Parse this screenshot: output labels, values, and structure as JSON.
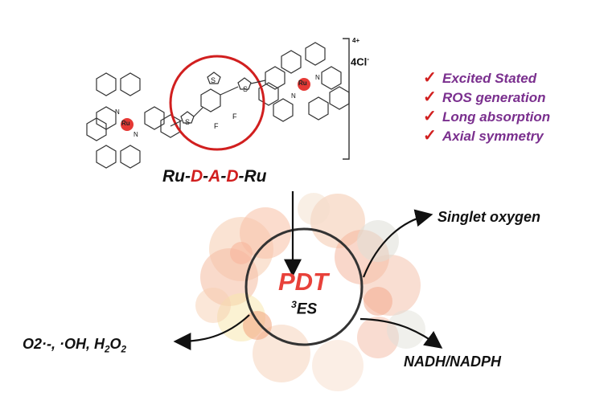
{
  "molecule": {
    "name_parts": [
      {
        "text": "Ru-",
        "color": "#111111"
      },
      {
        "text": "D",
        "color": "#d11f1f"
      },
      {
        "text": "-",
        "color": "#111111"
      },
      {
        "text": "A",
        "color": "#d11f1f"
      },
      {
        "text": "-",
        "color": "#111111"
      },
      {
        "text": "D",
        "color": "#d11f1f"
      },
      {
        "text": "-Ru",
        "color": "#111111"
      }
    ],
    "charge": "4+",
    "counterion": "4Cl",
    "counterion_sup": "-",
    "atom_ru": "Ru",
    "atom_n": "N",
    "atom_s": "S",
    "atom_f": "F"
  },
  "features": {
    "check_glyph": "✓",
    "items": [
      "Excited Stated",
      "ROS generation",
      "Long absorption",
      "Axial symmetry"
    ],
    "color": "#7a2f8e",
    "check_color": "#d11f1f"
  },
  "center": {
    "title": "PDT",
    "title_color": "#e8413a",
    "state_sup": "3",
    "state": "ES"
  },
  "outputs": {
    "singlet": "Singlet oxygen",
    "nadh": "NADH/NADPH",
    "ros_prefix": "O2·-, ·OH, H",
    "ros_sub1": "2",
    "ros_mid": "O",
    "ros_sub2": "2"
  }
}
